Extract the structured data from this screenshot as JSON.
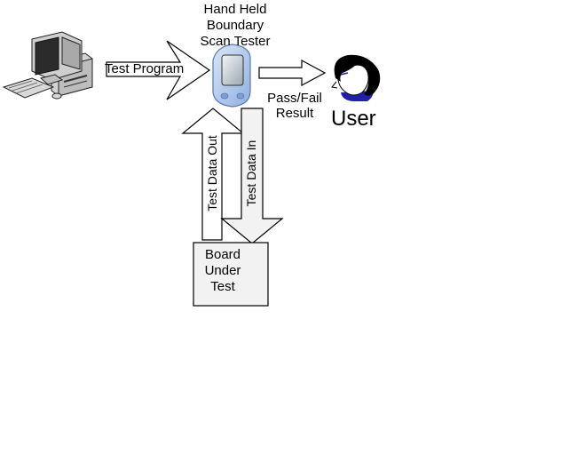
{
  "nodes": {
    "tester": {
      "line1": "Hand Held",
      "line2": "Boundary",
      "line3": "Scan Tester"
    },
    "user": {
      "label": "User"
    },
    "board": {
      "line1": "Board",
      "line2": "Under",
      "line3": "Test"
    }
  },
  "edges": {
    "test_program": "Test Program",
    "pass_fail": {
      "line1": "Pass/Fail",
      "line2": "Result"
    },
    "test_data_out": "Test Data Out",
    "test_data_in": "Test Data In"
  }
}
